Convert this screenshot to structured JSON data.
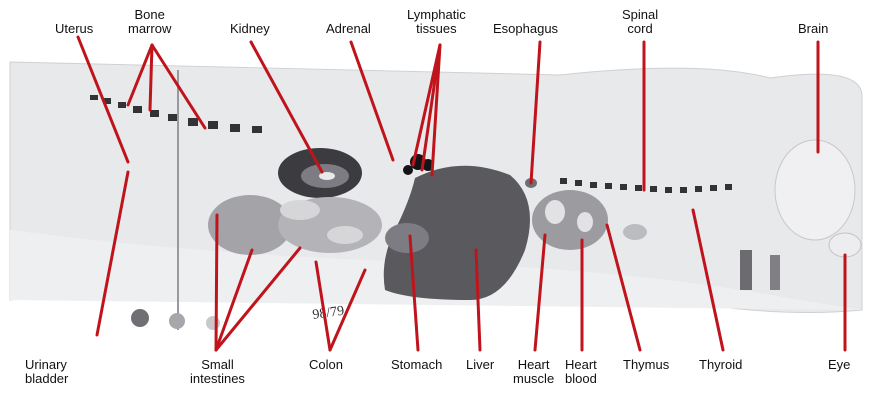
{
  "colors": {
    "leader_line": "#c0141c",
    "tissue_dark": "#545458",
    "tissue_mid": "#8a8a90",
    "tissue_light": "#c9c9cc",
    "section_bg": "#e6e7e9",
    "marker_dots": "#6f6f74"
  },
  "handwriting": "98/79",
  "labels": {
    "uterus": "Uterus",
    "bone_marrow_1": "Bone",
    "bone_marrow_2": "marrow",
    "kidney": "Kidney",
    "adrenal": "Adrenal",
    "lymphatic_1": "Lymphatic",
    "lymphatic_2": "tissues",
    "esophagus": "Esophagus",
    "spinal_1": "Spinal",
    "spinal_2": "cord",
    "brain": "Brain",
    "urinary_1": "Urinary",
    "urinary_2": "bladder",
    "small_int_1": "Small",
    "small_int_2": "intestines",
    "colon": "Colon",
    "stomach": "Stomach",
    "liver": "Liver",
    "heart_muscle_1": "Heart",
    "heart_muscle_2": "muscle",
    "heart_blood_1": "Heart",
    "heart_blood_2": "blood",
    "thymus": "Thymus",
    "thyroid": "Thyroid",
    "eye": "Eye"
  }
}
